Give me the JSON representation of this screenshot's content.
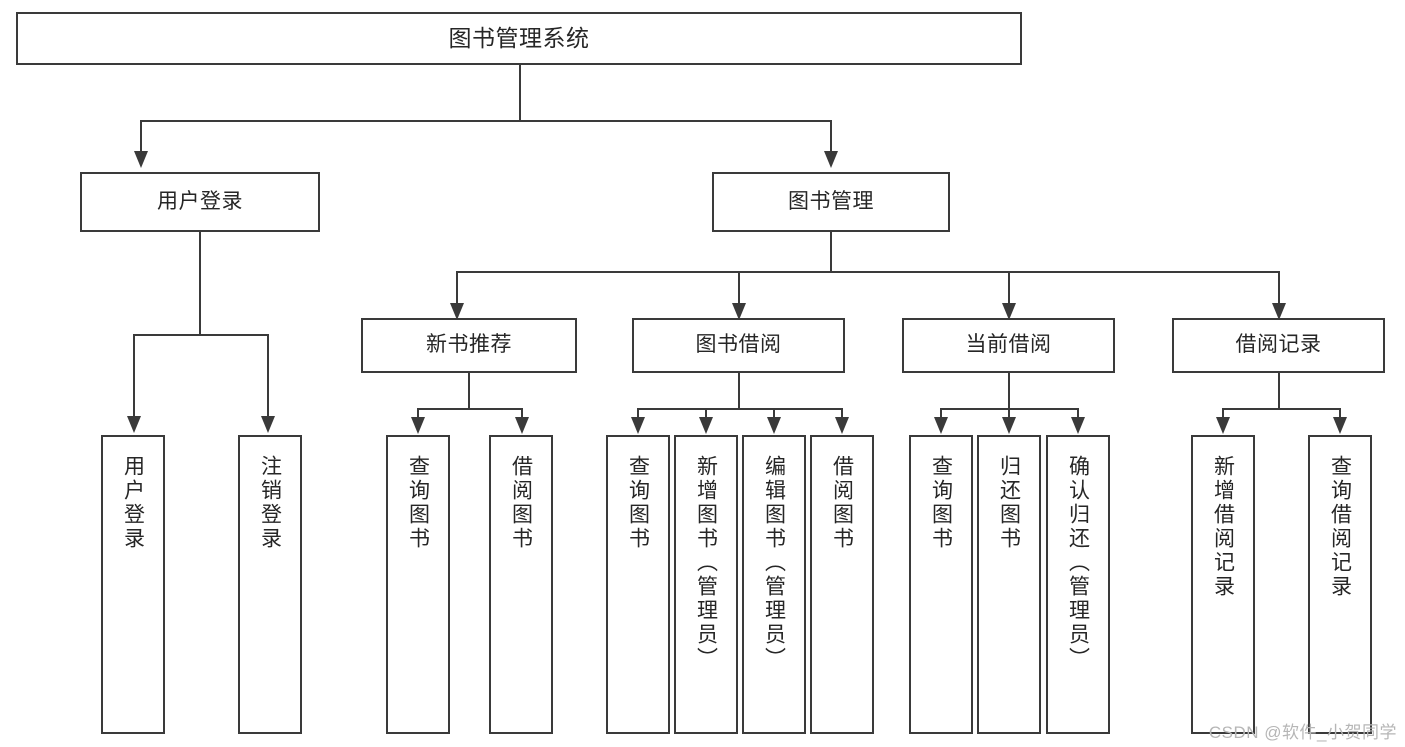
{
  "diagram": {
    "type": "tree",
    "title": "图书管理系统",
    "watermark": "CSDN @软件_小贺同学",
    "colors": {
      "stroke": "#3a3a3a",
      "fill": "#ffffff",
      "text": "#262626",
      "watermark": "#b6b6b6"
    },
    "root": {
      "label": "图书管理系统"
    },
    "level2": [
      {
        "label": "用户登录"
      },
      {
        "label": "图书管理"
      }
    ],
    "level3": [
      {
        "label": "新书推荐"
      },
      {
        "label": "图书借阅"
      },
      {
        "label": "当前借阅"
      },
      {
        "label": "借阅记录"
      }
    ],
    "leaves": {
      "user_login": [
        {
          "label": "用户登录"
        },
        {
          "label": "注销登录"
        }
      ],
      "new_book": [
        {
          "label": "查询图书"
        },
        {
          "label": "借阅图书"
        }
      ],
      "book_borrow": [
        {
          "label": "查询图书"
        },
        {
          "label": "新增图书（管理员）"
        },
        {
          "label": "编辑图书（管理员）"
        },
        {
          "label": "借阅图书"
        }
      ],
      "current_borrow": [
        {
          "label": "查询图书"
        },
        {
          "label": "归还图书"
        },
        {
          "label": "确认归还（管理员）"
        }
      ],
      "borrow_record": [
        {
          "label": "新增借阅记录"
        },
        {
          "label": "查询借阅记录"
        }
      ]
    }
  }
}
